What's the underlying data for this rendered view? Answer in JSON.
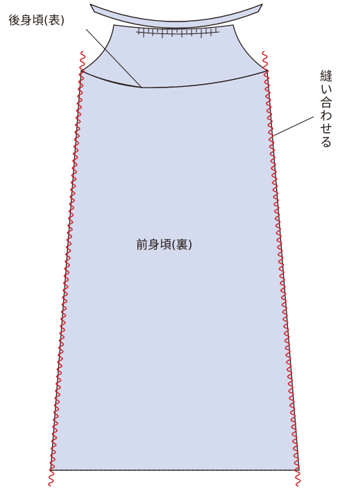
{
  "labels": {
    "back_bodice": "後身頃(表)",
    "front_bodice": "前身頃(裏)",
    "sew_together": "縫い合わせる"
  },
  "colors": {
    "fabric_fill": "#d5dbef",
    "outline": "#231815",
    "overlock_stitch": "#d0262b",
    "page_background": "#ffffff"
  }
}
